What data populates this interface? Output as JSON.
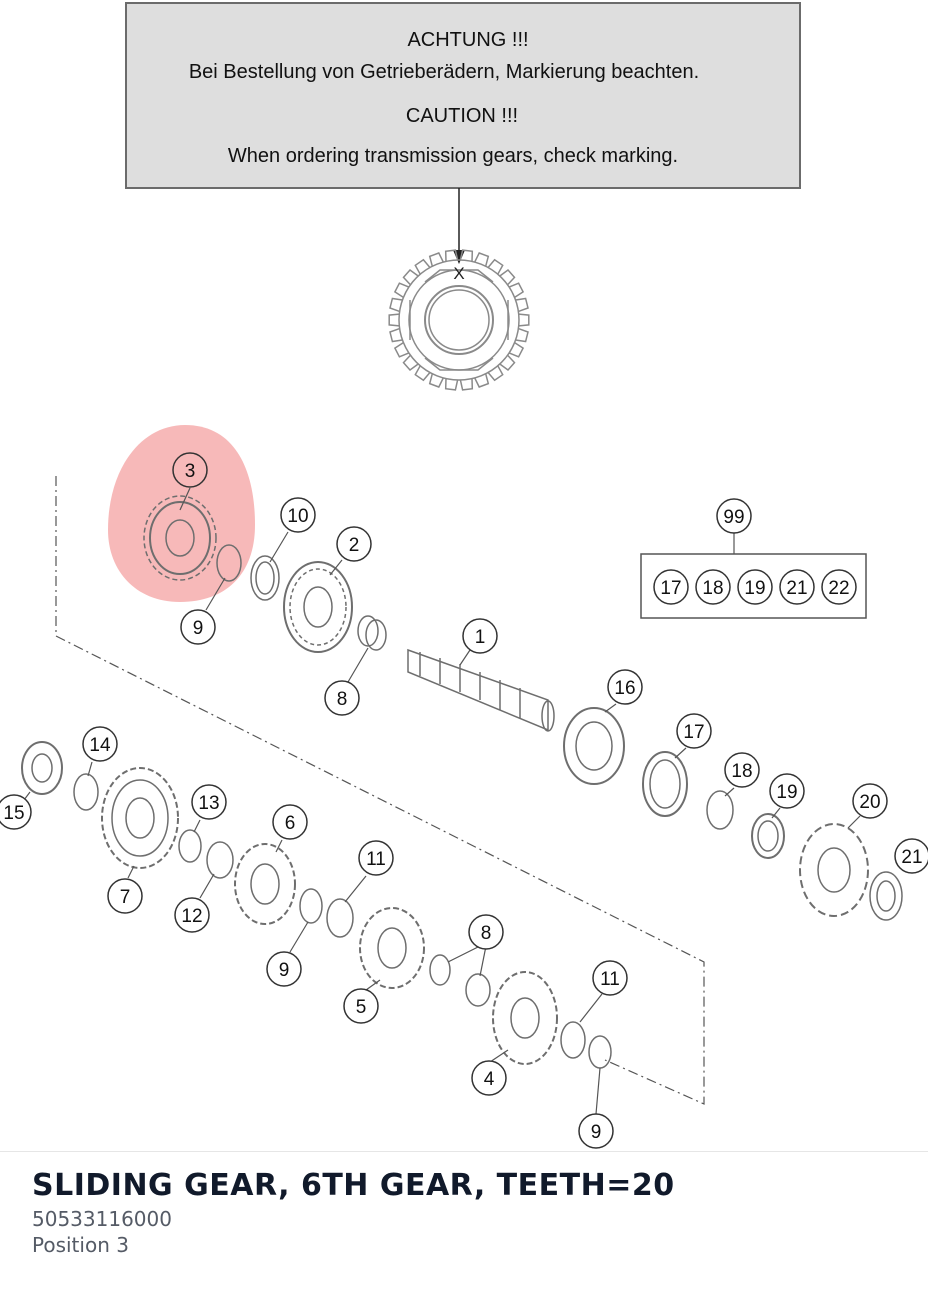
{
  "notice": {
    "de_heading": "ACHTUNG !!!",
    "de_text": "Bei Bestellung von Getrieberädern, Markierung beachten.",
    "en_heading": "CAUTION !!!",
    "en_text": "When ordering transmission gears, check marking.",
    "marking": "X"
  },
  "callouts": [
    {
      "id": "c3",
      "label": "3",
      "selected": true
    },
    {
      "id": "c10",
      "label": "10"
    },
    {
      "id": "c2",
      "label": "2"
    },
    {
      "id": "c9a",
      "label": "9"
    },
    {
      "id": "c8a",
      "label": "8"
    },
    {
      "id": "c1",
      "label": "1"
    },
    {
      "id": "c16",
      "label": "16"
    },
    {
      "id": "c17",
      "label": "17"
    },
    {
      "id": "c18",
      "label": "18"
    },
    {
      "id": "c19",
      "label": "19"
    },
    {
      "id": "c20",
      "label": "20"
    },
    {
      "id": "c21",
      "label": "21"
    },
    {
      "id": "c14",
      "label": "14"
    },
    {
      "id": "c15",
      "label": "15"
    },
    {
      "id": "c13",
      "label": "13"
    },
    {
      "id": "c6",
      "label": "6"
    },
    {
      "id": "c7",
      "label": "7"
    },
    {
      "id": "c12",
      "label": "12"
    },
    {
      "id": "c11a",
      "label": "11"
    },
    {
      "id": "c9b",
      "label": "9"
    },
    {
      "id": "c5",
      "label": "5"
    },
    {
      "id": "c8b",
      "label": "8"
    },
    {
      "id": "c11b",
      "label": "11"
    },
    {
      "id": "c4",
      "label": "4"
    },
    {
      "id": "c9c",
      "label": "9"
    },
    {
      "id": "c99",
      "label": "99"
    }
  ],
  "kit": {
    "label": "99",
    "items": [
      "17",
      "18",
      "19",
      "21",
      "22"
    ]
  },
  "part": {
    "title": "SLIDING GEAR, 6TH GEAR, TEETH=20",
    "number": "50533116000",
    "position": "Position 3"
  },
  "colors": {
    "highlight": "#f08080",
    "line": "#555555",
    "notice_bg": "#dedede"
  }
}
